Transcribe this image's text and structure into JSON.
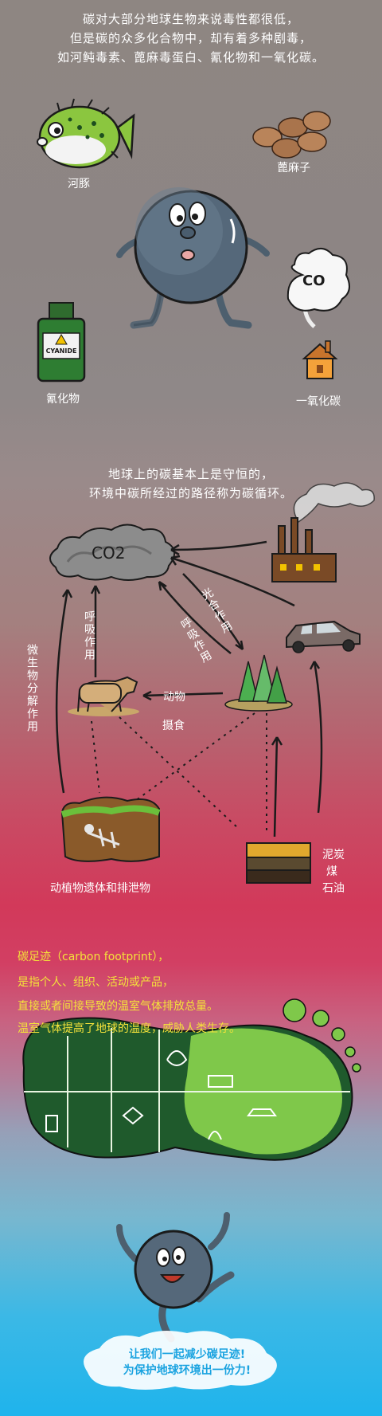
{
  "intro": {
    "lines": [
      "碳对大部分地球生物来说毒性都很低，",
      "但是碳的众多化合物中，却有着多种剧毒，",
      "如河鲀毒素、蓖麻毒蛋白、氰化物和一氧化碳。"
    ],
    "labels": {
      "pufferfish": "河豚",
      "castor": "蓖麻子",
      "cyanide": "氰化物",
      "co": "一氧化碳"
    },
    "bottle_text": "CYANIDE",
    "cloud_text": "CO"
  },
  "cycle": {
    "lines": [
      "地球上的碳基本上是守恒的，",
      "环境中碳所经过的路径称为碳循环。"
    ],
    "co2": "CO2",
    "labels": {
      "respiration_left": "呼吸作用",
      "decomposition": "微生物分解作用",
      "respiration_mid": "呼吸作用",
      "photosynthesis": "光合作用",
      "animal": "动物",
      "feeding": "摄食",
      "remains": "动植物遗体和排泄物",
      "peat": "泥炭",
      "coal": "煤",
      "oil": "石油"
    }
  },
  "footprint": {
    "lines": [
      "碳足迹（carbon footprint），",
      "是指个人、组织、活动或产品，",
      "直接或者间接导致的温室气体排放总量。",
      "温室气体提高了地球的温度，威胁人类生存。"
    ]
  },
  "slogan": {
    "lines": [
      "让我们一起减少碳足迹!",
      "为保护地球环境出一份力!"
    ]
  },
  "colors": {
    "yellow_text": "#f4e23a",
    "green_light": "#7fc84a",
    "green_dark": "#1f5a2c"
  }
}
